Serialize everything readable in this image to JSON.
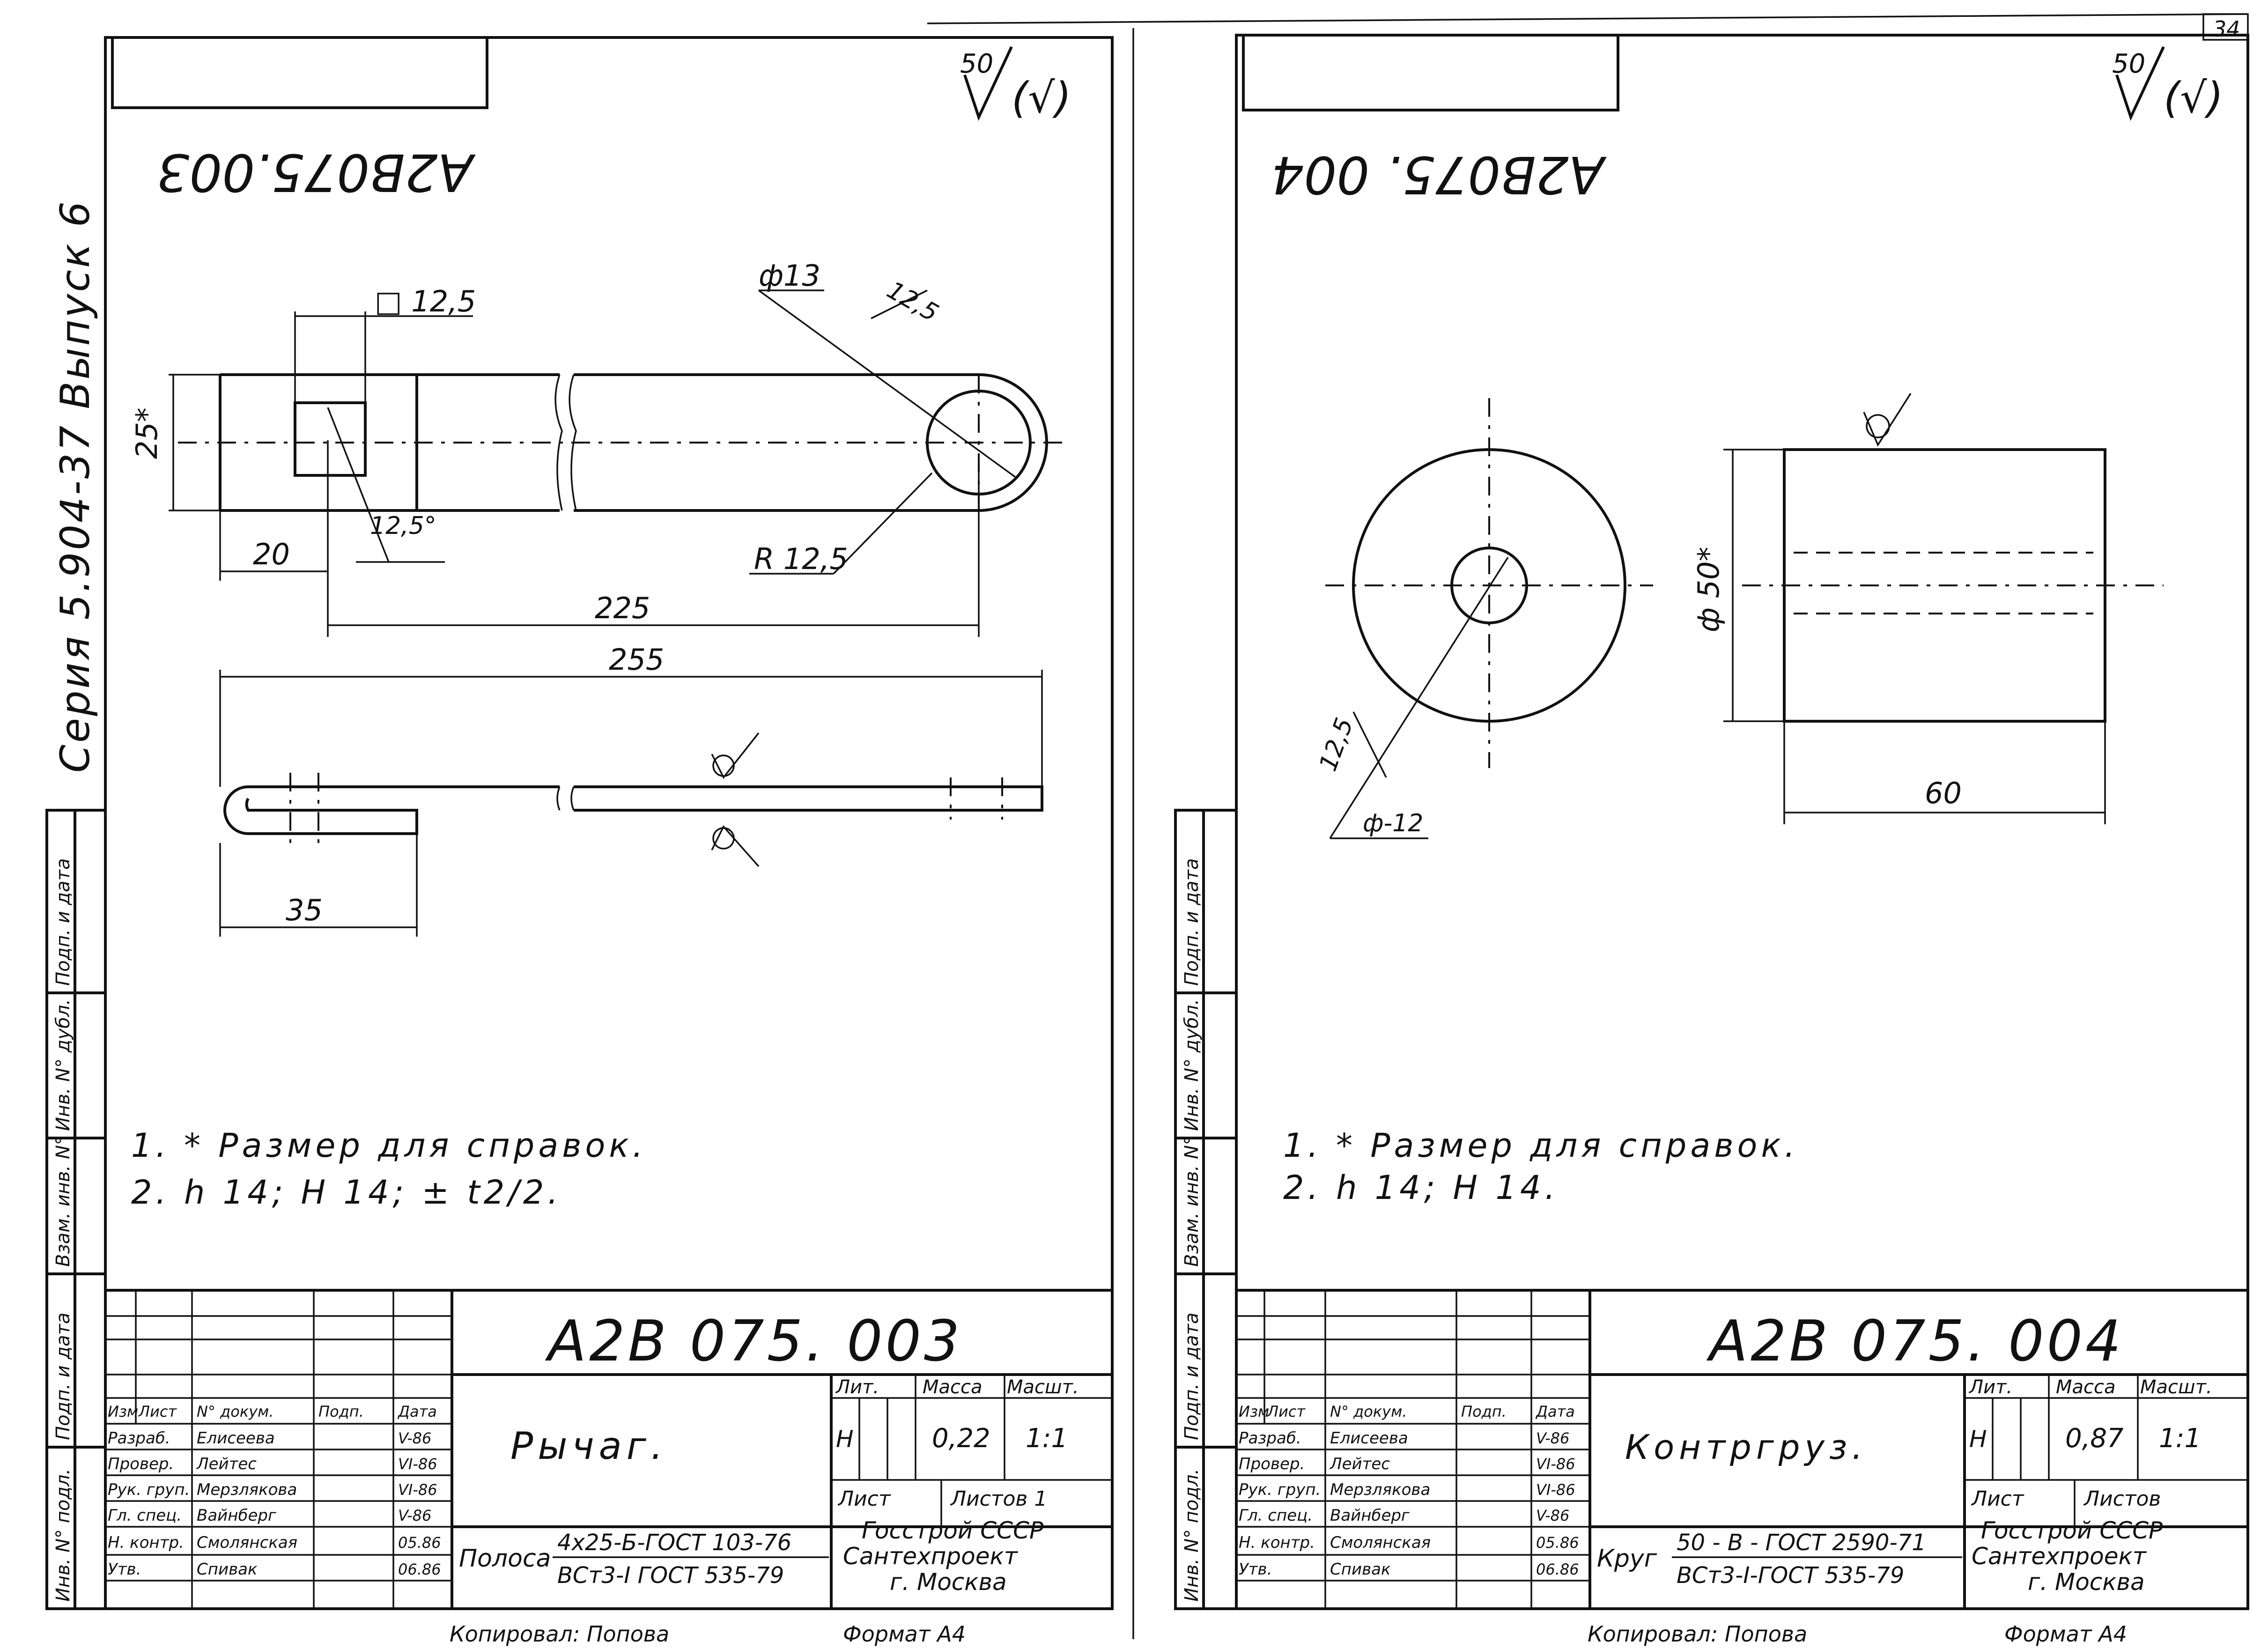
{
  "series_label": "Серия 5.904-37 Выпуск 6",
  "corner_page": "34",
  "copied_by": "Копировал: Попова",
  "format": "Формат А4",
  "left_sheet": {
    "top_code_mirrored": "А2В075.003",
    "roughness": {
      "value": "50",
      "mark": "(√)"
    },
    "dims": {
      "square": "□ 12,5",
      "dia13": "ф13",
      "r_chamfer": "12,5",
      "h25": "25*",
      "len20": "20",
      "ang": "12,5°",
      "radius": "R 12,5",
      "len225": "225",
      "len255": "255",
      "len35": "35"
    },
    "notes": [
      "1. * Размер для справок.",
      "2. h 14; H 14; ± t2/2."
    ],
    "code": "А2В 075. 003",
    "title": "Рычаг.",
    "lit": "Н",
    "mass": "0,22",
    "scale": "1:1",
    "sheet": "Лист",
    "sheets": "Листов 1",
    "material_name": "Полоса",
    "material_line1": "4х25-Б-ГОСТ 103-76",
    "material_line2": "ВСт3-I ГОСТ 535-79",
    "org": [
      "Госстрой СССР",
      "Сантехпроект",
      "г. Москва"
    ],
    "people": [
      {
        "role": "Разраб.",
        "name": "Елисеева",
        "date": "V-86"
      },
      {
        "role": "Провер.",
        "name": "Лейтес",
        "date": "VI-86"
      },
      {
        "role": "Рук. груп.",
        "name": "Мерзлякова",
        "date": "VI-86"
      },
      {
        "role": "Гл. спец.",
        "name": "Вайнберг",
        "date": "V-86"
      },
      {
        "role": "Н. контр.",
        "name": "Смолянская",
        "date": "05.86"
      },
      {
        "role": "Утв.",
        "name": "Спивак",
        "date": "06.86"
      }
    ]
  },
  "right_sheet": {
    "top_code_mirrored": "А2В075. 004",
    "roughness": {
      "value": "50",
      "mark": "(√)"
    },
    "dims": {
      "r_chamfer": "12,5",
      "dia12": "ф-12",
      "dia50": "ф 50*",
      "len60": "60"
    },
    "notes": [
      "1. * Размер для справок.",
      "2. h 14; H 14."
    ],
    "code": "А2В 075. 004",
    "title": "Контргруз.",
    "lit": "Н",
    "mass": "0,87",
    "scale": "1:1",
    "sheet": "Лист",
    "sheets": "Листов",
    "material_name": "Круг",
    "material_line1": "50 - В - ГОСТ 2590-71",
    "material_line2": "ВСт3-I-ГОСТ 535-79",
    "org": [
      "Госстрой СССР",
      "Сантехпроект",
      "г. Москва"
    ],
    "people": [
      {
        "role": "Разраб.",
        "name": "Елисеева",
        "date": "V-86"
      },
      {
        "role": "Провер.",
        "name": "Лейтес",
        "date": "VI-86"
      },
      {
        "role": "Рук. груп.",
        "name": "Мерзлякова",
        "date": "VI-86"
      },
      {
        "role": "Гл. спец.",
        "name": "Вайнберг",
        "date": "V-86"
      },
      {
        "role": "Н. контр.",
        "name": "Смолянская",
        "date": "05.86"
      },
      {
        "role": "Утв.",
        "name": "Спивак",
        "date": "06.86"
      }
    ]
  },
  "table_headers": {
    "izm": "Изм",
    "list": "Лист",
    "doc": "N° докум.",
    "sign": "Подп.",
    "date": "Дата",
    "lit": "Лит.",
    "mass": "Масса",
    "scale": "Масшт."
  },
  "side_stamp": [
    "Инв. N° подл.",
    "Подп. и дата",
    "Взам. инв. N°",
    "Инв. N° дубл.",
    "Подп. и дата"
  ]
}
